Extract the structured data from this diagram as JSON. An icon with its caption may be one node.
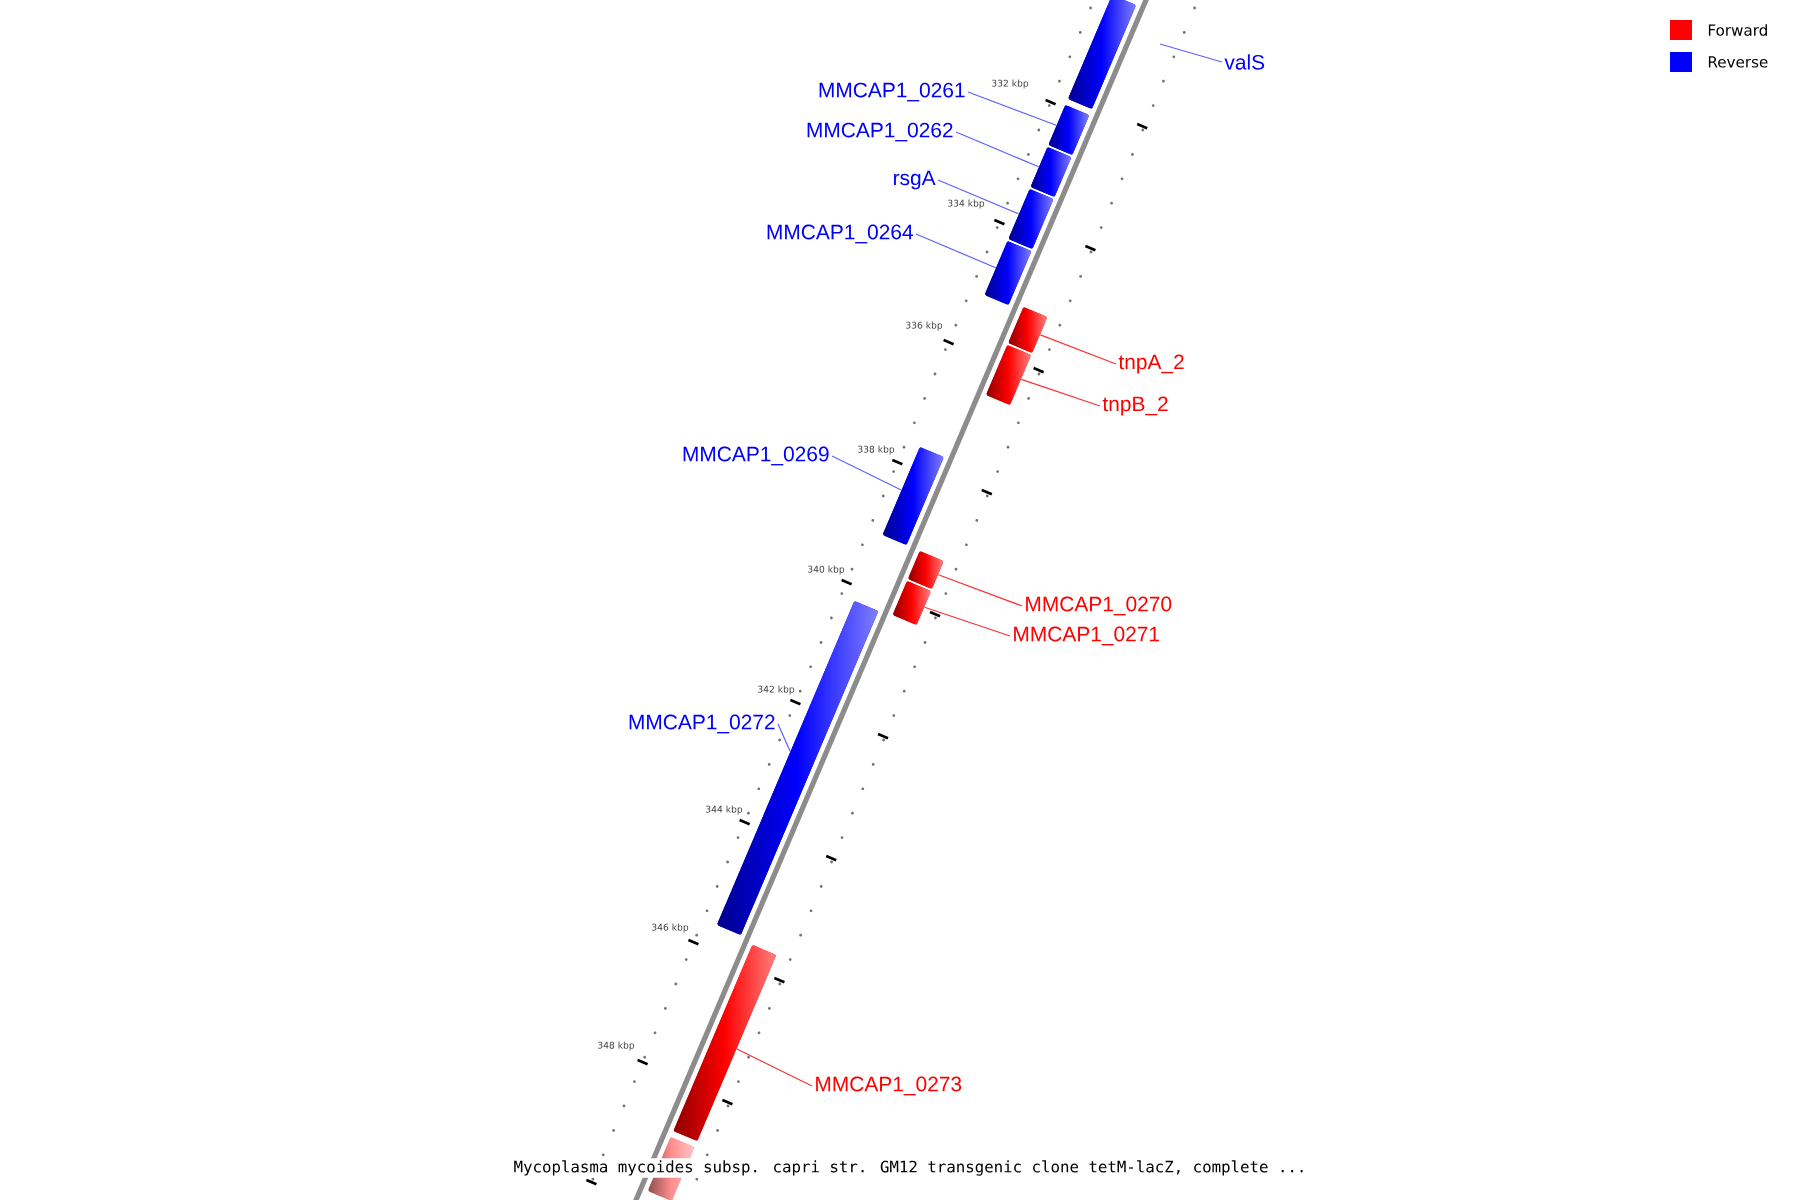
{
  "diagram": {
    "caption": "Mycoplasma mycoides subsp. capri str. GM12 transgenic clone tetM-lacZ, complete ...",
    "nodes": [
      {
        "text": [],
        "shape": "bar"
      },
      {
        "text": [
          "valS"
        ]
      },
      {
        "text": [
          "MMCAP1_0261"
        ]
      },
      {
        "text": [],
        "shape": "bar"
      },
      {
        "text": [
          "MMCAP1_0262"
        ]
      },
      {
        "text": [],
        "shape": "bar"
      },
      {
        "text": [
          "rsgA"
        ]
      },
      {
        "text": [],
        "shape": "bar"
      },
      {
        "text": [
          "MMCAP1_0264"
        ]
      },
      {
        "text": [],
        "shape": "bar"
      },
      {
        "text": [
          "tnpA_2"
        ]
      },
      {
        "text": [],
        "shape": "bar"
      },
      {
        "text": [
          "tnpB_2"
        ]
      },
      {
        "text": [],
        "shape": "bar"
      },
      {
        "text": [
          "MMCAP1_0269"
        ]
      },
      {
        "text": [],
        "shape": "bar"
      },
      {
        "text": [
          "MMCAP1_0270"
        ]
      },
      {
        "text": [],
        "shape": "bar"
      },
      {
        "text": [
          "MMCAP1_0271"
        ]
      },
      {
        "text": [],
        "shape": "bar"
      },
      {
        "text": [
          "MMCAP1_0272"
        ]
      },
      {
        "text": [],
        "shape": "bar"
      },
      {
        "text": [
          "MMCAP1_0273"
        ]
      },
      {
        "text": [],
        "shape": "bar"
      },
      {
        "text": [],
        "shape": "bar"
      }
    ],
    "edges": [
      {
        "from": 1,
        "to": null,
        "arrow": "none"
      },
      {
        "from": 2,
        "to": 3,
        "arrow": "none"
      },
      {
        "from": 4,
        "to": 5,
        "arrow": "none"
      },
      {
        "from": 6,
        "to": 7,
        "arrow": "none"
      },
      {
        "from": 8,
        "to": 9,
        "arrow": "none"
      },
      {
        "from": 10,
        "to": 11,
        "arrow": "none",
        "color": "#ff3030"
      },
      {
        "from": 12,
        "to": 13,
        "arrow": "none",
        "color": "#ff3030"
      },
      {
        "from": 14,
        "to": 15,
        "arrow": "none"
      },
      {
        "from": 16,
        "to": 17,
        "arrow": "none",
        "color": "#ff3030"
      },
      {
        "from": 18,
        "to": 19,
        "arrow": "none",
        "color": "#ff3030"
      },
      {
        "from": 20,
        "to": 21,
        "arrow": "none"
      },
      {
        "from": 22,
        "to": 23,
        "arrow": "none",
        "color": "#ff3030"
      }
    ],
    "labels": [
      "332 kbp",
      "334 kbp",
      "336 kbp",
      "338 kbp",
      "340 kbp",
      "342 kbp",
      "344 kbp",
      "346 kbp",
      "348 kbp"
    ],
    "legend": [
      {
        "text": "Forward",
        "color": "#ff0000"
      },
      {
        "text": "Reverse",
        "color": "#0000ff"
      }
    ]
  }
}
